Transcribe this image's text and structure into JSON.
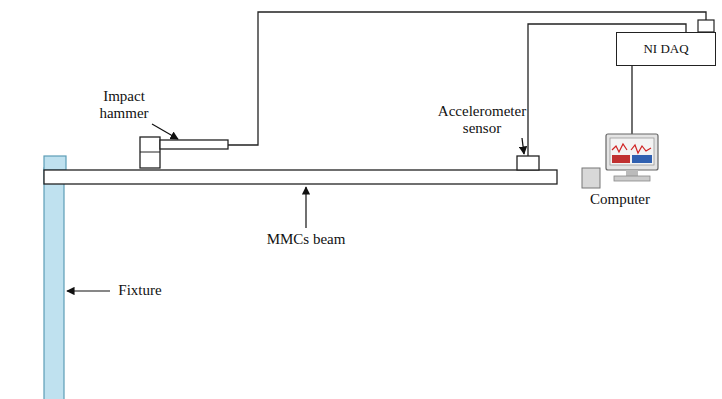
{
  "diagram": {
    "nodes": [
      {
        "text": [
          "NI DAQ"
        ]
      }
    ],
    "labels": [
      "Impact hammer",
      "Accelerometer sensor",
      "Computer",
      "MMCs beam",
      "Fixture"
    ]
  }
}
